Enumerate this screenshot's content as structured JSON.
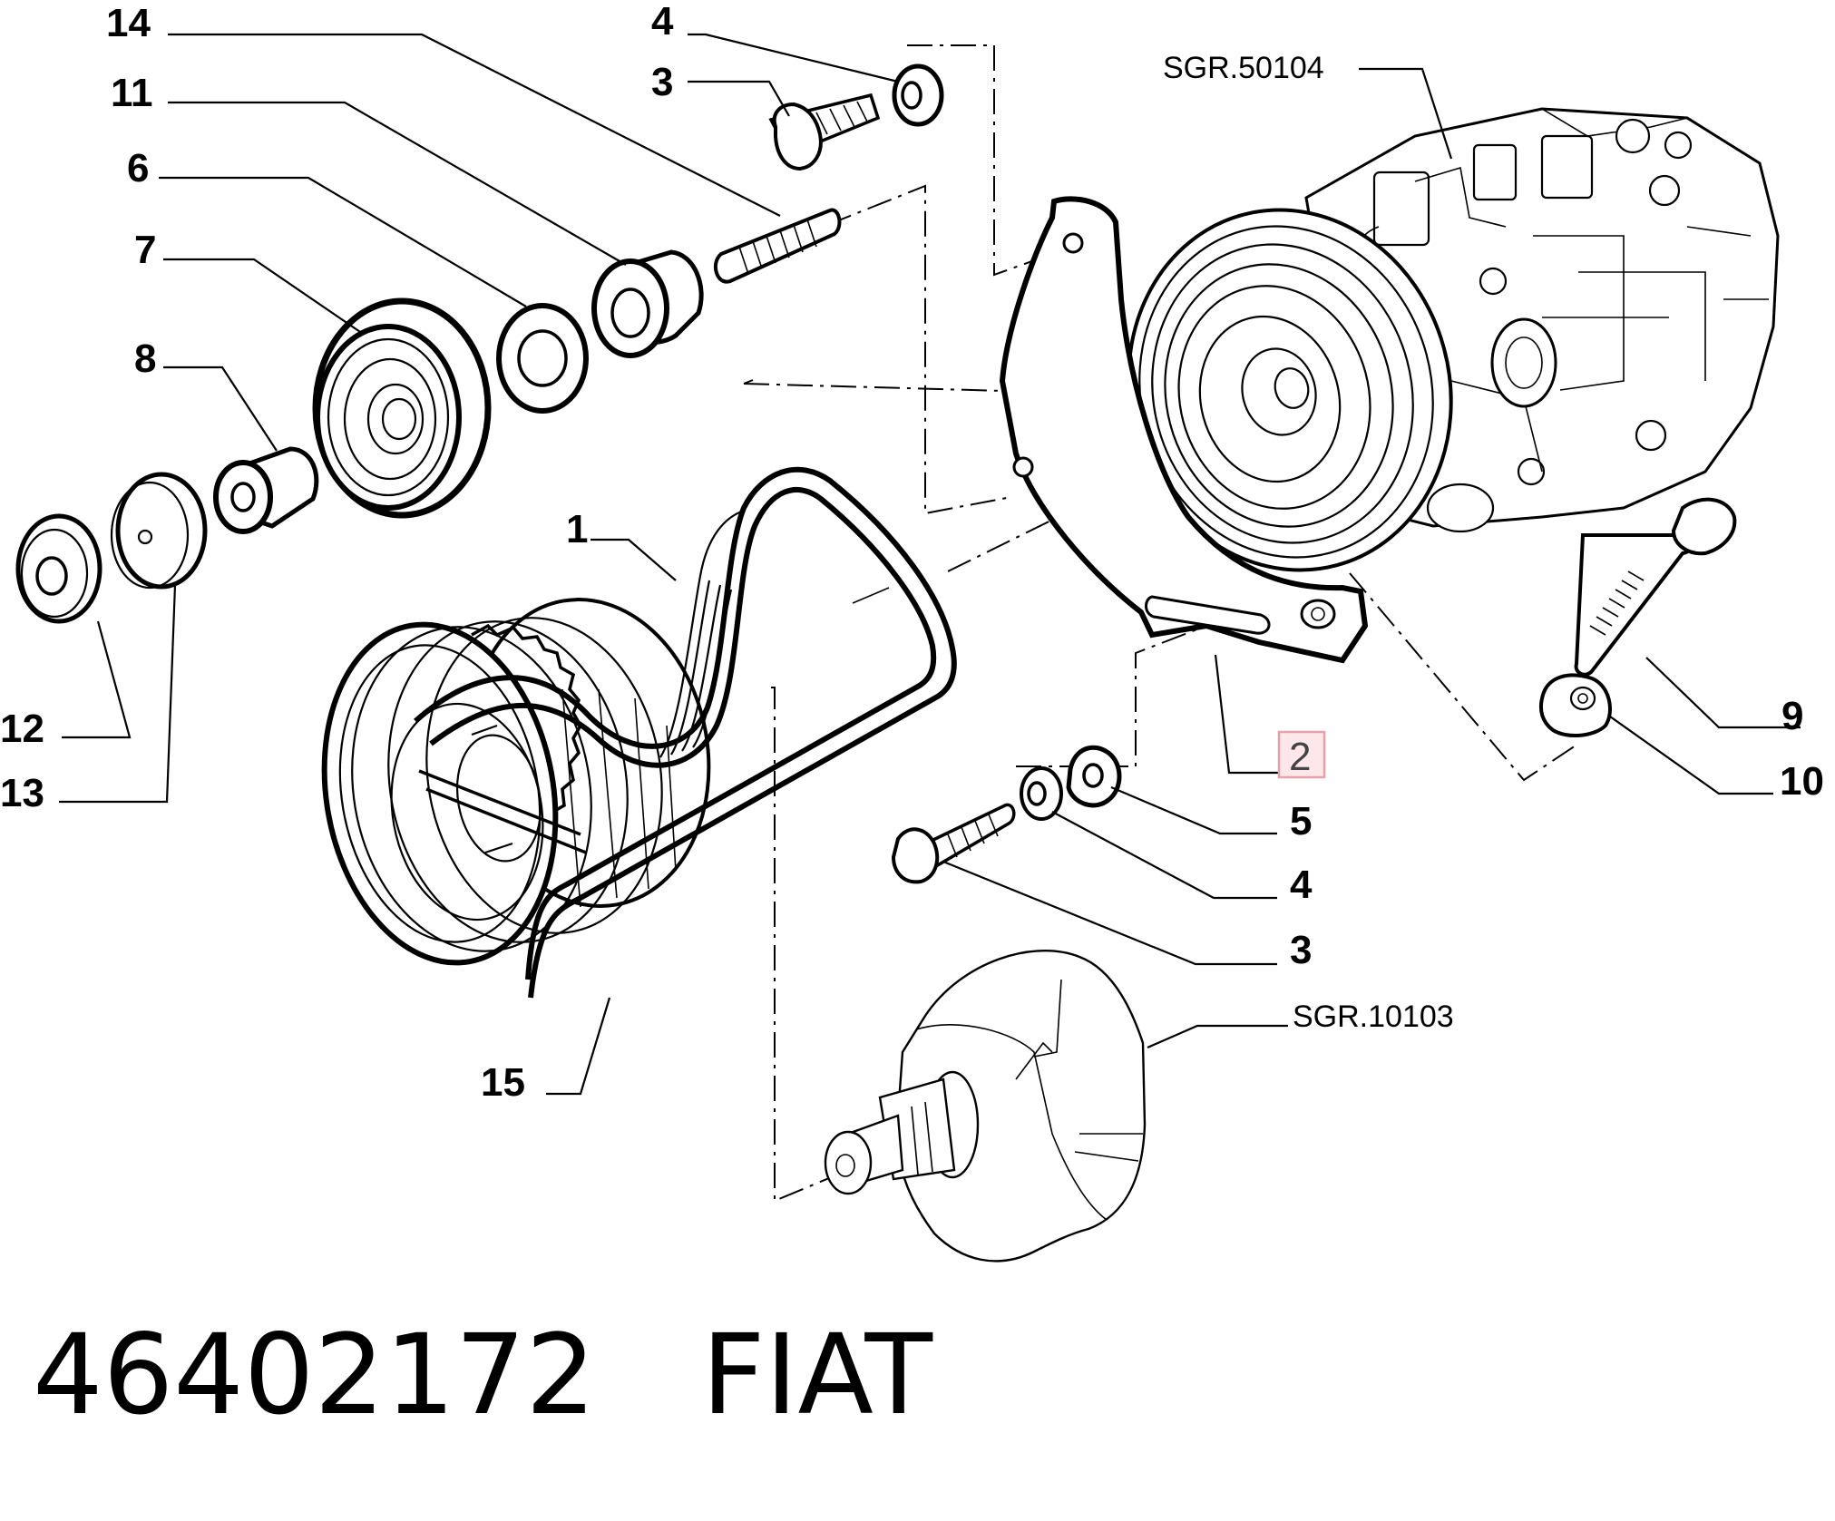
{
  "diagram": {
    "callouts": {
      "c14": "14",
      "c11": "11",
      "c6": "6",
      "c7": "7",
      "c8": "8",
      "c12": "12",
      "c13": "13",
      "c1": "1",
      "c15": "15",
      "c4_top": "4",
      "c3_top": "3",
      "c2": "2",
      "c5": "5",
      "c4_bottom": "4",
      "c3_bottom": "3",
      "c9": "9",
      "c10": "10"
    },
    "references": {
      "compressor": "SGR.50104",
      "crankshaft": "SGR.10103"
    },
    "highlight_color": "#e8a0a8"
  },
  "caption": {
    "part_number": "46402172",
    "brand": "FIAT"
  }
}
